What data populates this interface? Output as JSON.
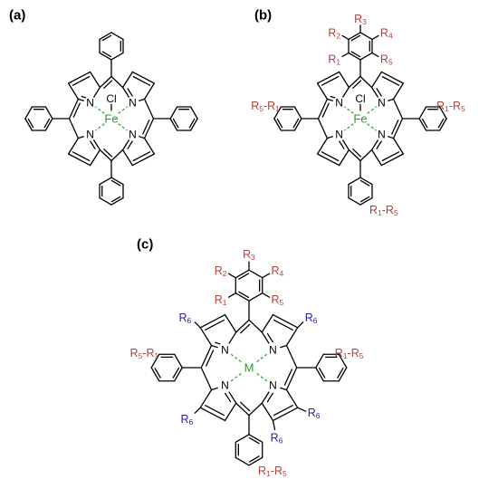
{
  "colors": {
    "bond": "#000000",
    "metal": "#2a9a2a",
    "substituent_aryl": "#b0433f",
    "substituent_beta": "#2323a8",
    "atom": "#000000"
  },
  "panels": [
    {
      "key": "a",
      "label": "(a)",
      "metal": "Fe",
      "axial": "Cl",
      "nitrogen": "N",
      "aryl": {
        "top": "",
        "bottom": "",
        "left": "",
        "right": ""
      },
      "beta": []
    },
    {
      "key": "b",
      "label": "(b)",
      "metal": "Fe",
      "axial": "Cl",
      "nitrogen": "N",
      "aryl": {
        "top": "R1-R5 explicit",
        "bottom": "R1-R5",
        "left": "R5-R1",
        "right": "R1-R5"
      },
      "top_ring": [
        "R3",
        "R4",
        "R5",
        "R1",
        "R2"
      ],
      "beta": []
    },
    {
      "key": "c",
      "label": "(c)",
      "metal": "M",
      "axial": "",
      "nitrogen": "N",
      "aryl": {
        "top": "R1-R5 explicit",
        "bottom": "R1-R5",
        "left": "R5-R1",
        "right": "R1-R5"
      },
      "top_ring": [
        "R3",
        "R4",
        "R5",
        "R1",
        "R2"
      ],
      "beta": [
        "R6",
        "R6",
        "R6",
        "R6",
        "R6"
      ]
    }
  ],
  "text": {
    "panel_a": "(a)",
    "panel_b": "(b)",
    "panel_c": "(c)",
    "N": "N",
    "Cl": "Cl",
    "Fe": "Fe",
    "M": "M",
    "R": "R",
    "s1": "1",
    "s2": "2",
    "s3": "3",
    "s4": "4",
    "s5": "5",
    "s6": "6",
    "dash": "-"
  }
}
